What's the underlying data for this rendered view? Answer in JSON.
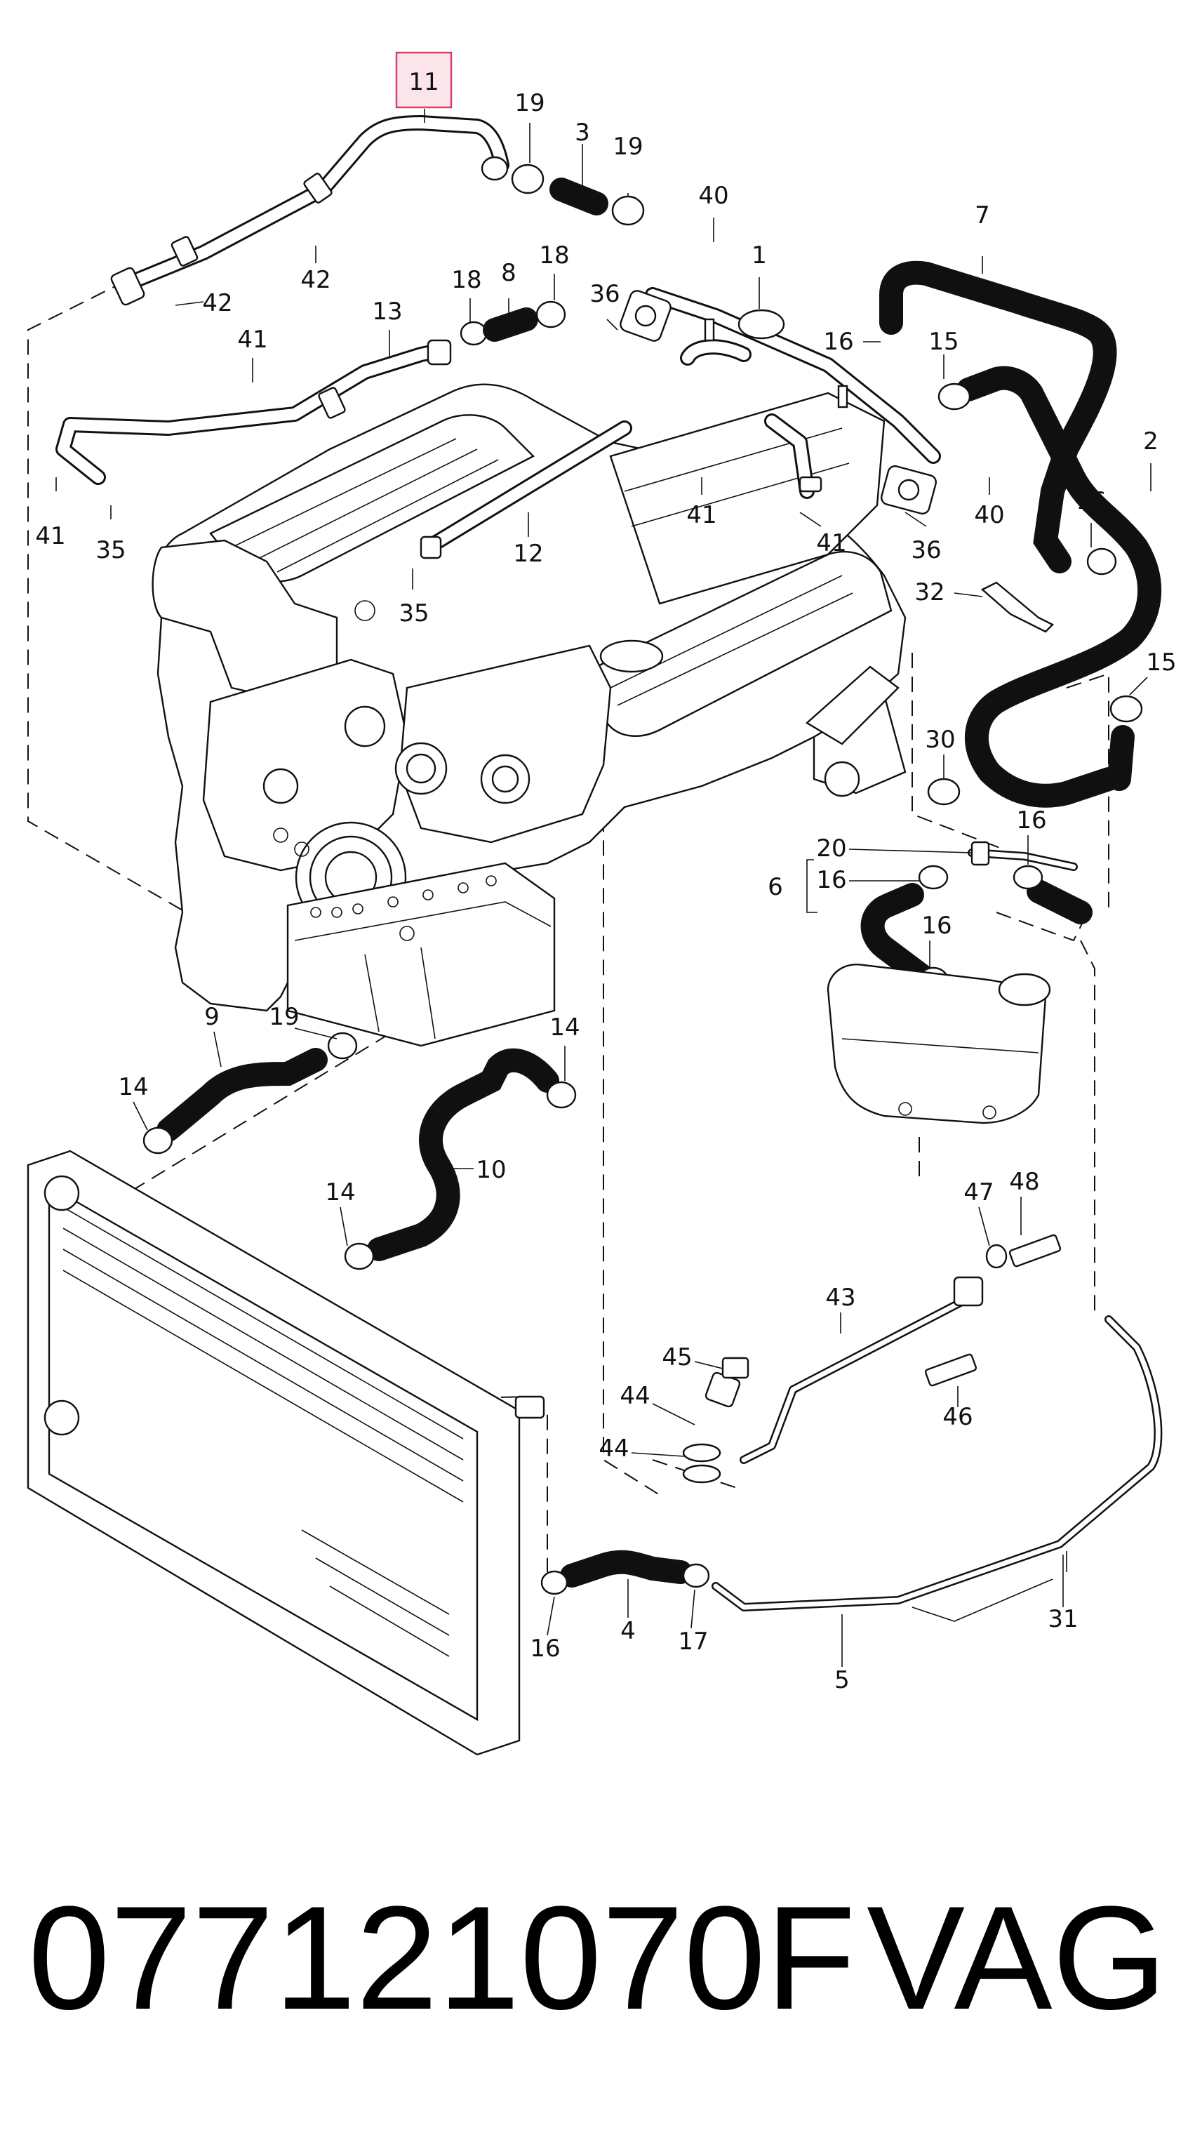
{
  "diagram": {
    "highlighted_callout": "11",
    "callouts": {
      "c11": "11",
      "c19a": "19",
      "c3": "3",
      "c19b": "19",
      "c40a": "40",
      "c1": "1",
      "c7": "7",
      "c42a": "42",
      "c42b": "42",
      "c18a": "18",
      "c8": "8",
      "c18b": "18",
      "c36a": "36",
      "c13": "13",
      "c41a": "41",
      "c16a": "16",
      "c15a": "15",
      "c2": "2",
      "c41b": "41",
      "c35a": "35",
      "c41c": "41",
      "c41d": "41",
      "c40b": "40",
      "c36b": "36",
      "c16b": "16",
      "c12": "12",
      "c35b": "35",
      "c32": "32",
      "c15b": "15",
      "c30": "30",
      "c16c": "16",
      "c20": "20",
      "c6": "6",
      "c16d": "16",
      "c16e": "16",
      "c9": "9",
      "c19c": "19",
      "c14a": "14",
      "c14b": "14",
      "c10": "10",
      "c14c": "14",
      "c48": "48",
      "c47": "47",
      "c43": "43",
      "c45": "45",
      "c44a": "44",
      "c44b": "44",
      "c46": "46",
      "c16f": "16",
      "c4": "4",
      "c17": "17",
      "c5": "5",
      "c31": "31"
    }
  },
  "footer": {
    "part_number": "077121070F",
    "brand": "VAG"
  }
}
